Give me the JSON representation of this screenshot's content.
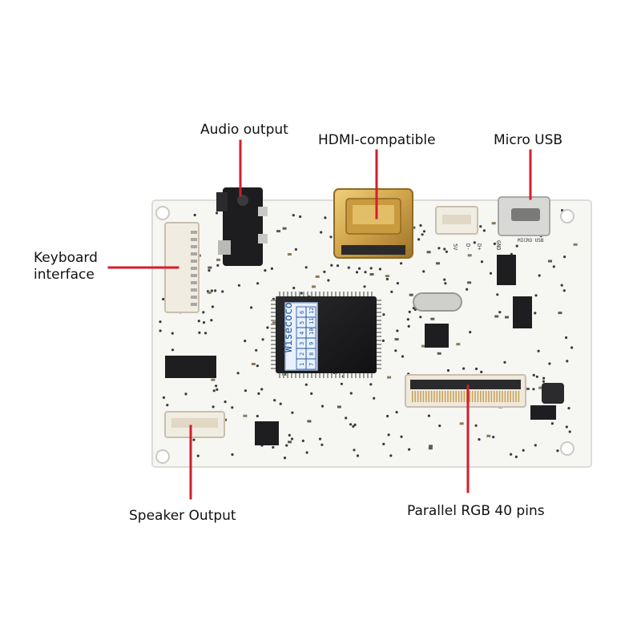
{
  "labels": {
    "audio": "Audio output",
    "hdmi": "HDMI-compatible",
    "usb": "Micro USB",
    "keyboard": "Keyboard\ninterface",
    "speaker": "Speaker Output",
    "rgb": "Parallel RGB 40 pins"
  },
  "chip": {
    "logo": "Wisecoco",
    "digits": [
      "1",
      "2",
      "3",
      "4",
      "5",
      "6",
      "7",
      "8",
      "9",
      "10",
      "11",
      "12"
    ]
  },
  "board_marks": {
    "micro_usb": "MICRO USB",
    "gnd": "GND",
    "dplus": "D+",
    "dminus": "D-",
    "v5": "5V"
  },
  "colors": {
    "leader": "#d21f2b",
    "board": "#f7f7f5",
    "chip": "#1c1c1e",
    "gold": "#cfa24a"
  }
}
